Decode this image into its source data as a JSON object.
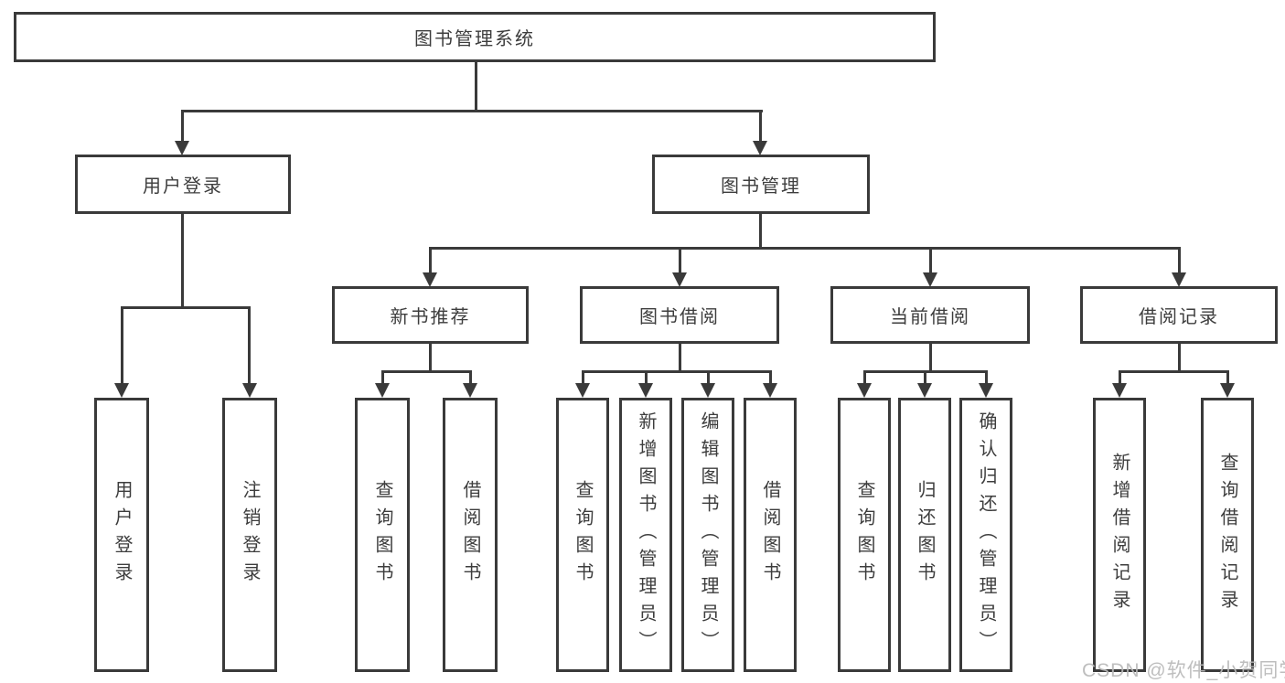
{
  "tree": {
    "label": "图书管理系统",
    "children": [
      {
        "label": "用户登录",
        "children": [
          {
            "label": "用户登录"
          },
          {
            "label": "注销登录"
          }
        ]
      },
      {
        "label": "图书管理",
        "children": [
          {
            "label": "新书推荐",
            "children": [
              {
                "label": "查询图书"
              },
              {
                "label": "借阅图书"
              }
            ]
          },
          {
            "label": "图书借阅",
            "children": [
              {
                "label": "查询图书"
              },
              {
                "label": "新增图书（管理员）"
              },
              {
                "label": "编辑图书（管理员）"
              },
              {
                "label": "借阅图书"
              }
            ]
          },
          {
            "label": "当前借阅",
            "children": [
              {
                "label": "查询图书"
              },
              {
                "label": "归还图书"
              },
              {
                "label": "确认归还（管理员）"
              }
            ]
          },
          {
            "label": "借阅记录",
            "children": [
              {
                "label": "新增借阅记录"
              },
              {
                "label": "查询借阅记录"
              }
            ]
          }
        ]
      }
    ]
  },
  "watermark": {
    "text": "CSDN @软件_小贺同学"
  },
  "colors": {
    "line": "#3a3a3a",
    "text": "#3d3d3d",
    "watermark": "#b9b9b9",
    "background": "#ffffff"
  }
}
